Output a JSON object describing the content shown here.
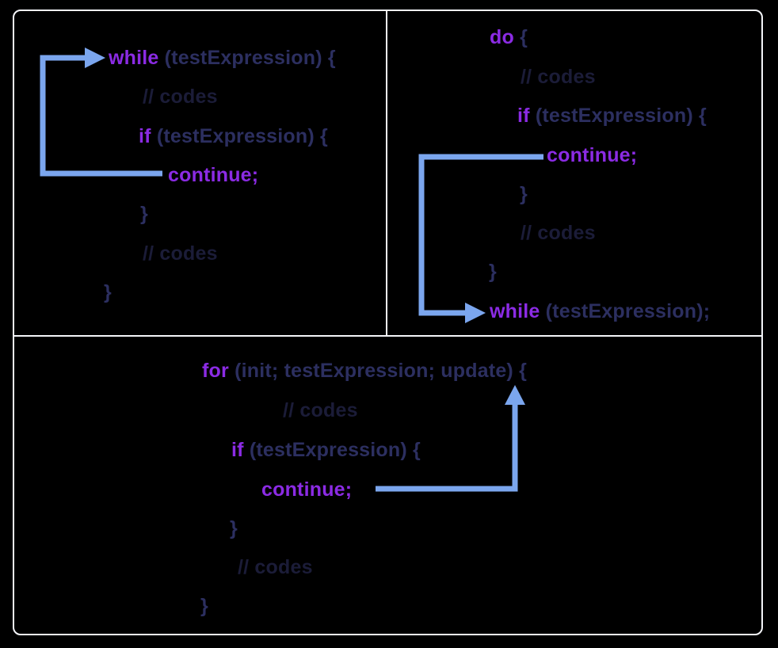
{
  "colors": {
    "background": "#000000",
    "border": "#f4f5f9",
    "keyword": "#8b2be4",
    "code_text": "#2c2f60",
    "comment_text": "#1b1c38",
    "arrow": "#7ba6ee"
  },
  "panels": [
    {
      "id": "while-loop",
      "lines": [
        {
          "kw": "while",
          "rest": " (testExpression) {"
        },
        {
          "comment": "// codes"
        },
        {
          "kw": "if",
          "rest": " (testExpression) {"
        },
        {
          "kw": "continue;"
        },
        {
          "rest": "}"
        },
        {
          "comment": "// codes"
        },
        {
          "rest": "}"
        }
      ]
    },
    {
      "id": "do-while-loop",
      "lines": [
        {
          "kw": "do",
          "rest": " {"
        },
        {
          "comment": "// codes"
        },
        {
          "kw": "if",
          "rest": " (testExpression) {"
        },
        {
          "kw": "continue;"
        },
        {
          "rest": "}"
        },
        {
          "comment": "// codes"
        },
        {
          "rest": "}"
        },
        {
          "kw": "while",
          "rest": " (testExpression);"
        }
      ]
    },
    {
      "id": "for-loop",
      "lines": [
        {
          "kw": "for",
          "rest": " (init; testExpression; update) {"
        },
        {
          "comment": "// codes"
        },
        {
          "kw": "if",
          "rest": " (testExpression) {"
        },
        {
          "kw": "continue;"
        },
        {
          "rest": "}"
        },
        {
          "comment": "// codes"
        },
        {
          "rest": "}"
        }
      ]
    }
  ],
  "arrows": [
    {
      "name": "while-continue-arrow",
      "from": "continue;",
      "to": "while"
    },
    {
      "name": "do-while-continue-arrow",
      "from": "continue;",
      "to": "while"
    },
    {
      "name": "for-continue-arrow",
      "from": "continue;",
      "to": "update"
    }
  ]
}
